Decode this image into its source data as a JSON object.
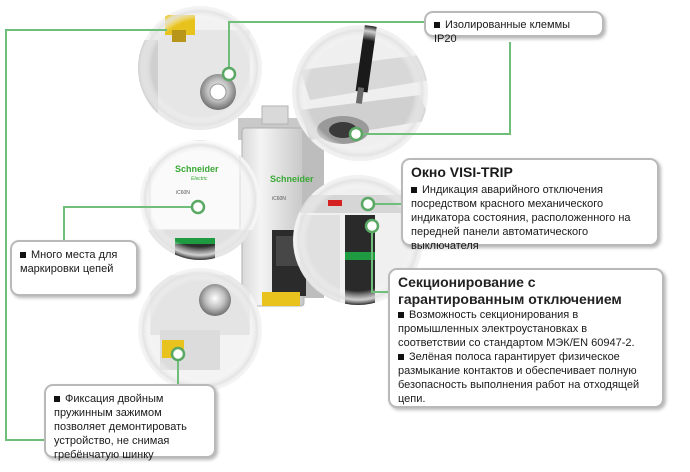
{
  "brand": {
    "name": "Schneider",
    "sub": "Electric",
    "model_a": "iC60N",
    "model_b": "iC60N"
  },
  "callouts": {
    "terminals": "Изолированные клеммы IP20",
    "visitrip_title": "Окно VISI-TRIP",
    "visitrip_text": "Индикация аварийного отключения посредством красного механического индикатора состояния, расположенного на передней панели автоматического выключателя",
    "marking": "Много места для маркировки цепей",
    "isolation_title": "Секционирование с гарантированным отключением",
    "isolation_text1": "Возможность секционирования в промышленных электроустановках в соответствии со стандартом МЭК/EN 60947-2.",
    "isolation_text2": "Зелёная полоса гарантирует физическое размыкание контактов и обеспечивает полную безопасность выполнения работ на отходящей цепи.",
    "fixing": "Фиксация двойным пружинным зажимом позволяет демонтировать устройство, не снимая гребёнчатую шинку"
  },
  "colors": {
    "leader": "#6fbf7a",
    "dot": "#5aa864",
    "indicator_red": "#d42020",
    "indicator_green": "#1e9a40",
    "brand_green": "#3aa935",
    "clamp_yellow": "#e8c31d"
  }
}
